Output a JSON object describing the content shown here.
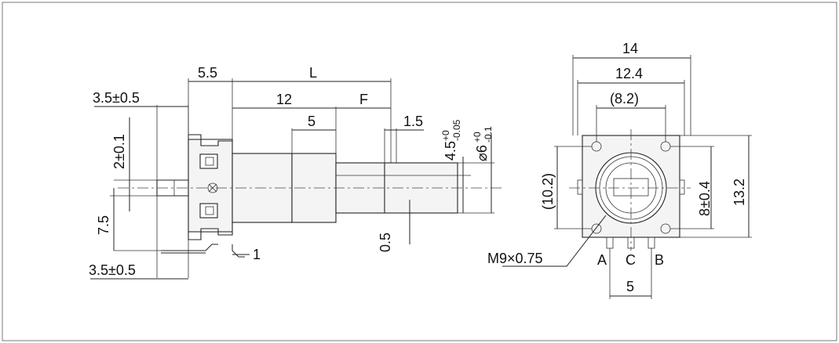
{
  "side_view": {
    "dim_5_5": "5.5",
    "dim_L": "L",
    "dim_12": "12",
    "dim_F": "F",
    "dim_5": "5",
    "dim_1_5": "1.5",
    "dim_3_5_top": "3.5±0.5",
    "dim_2_0_1": "2±0.1",
    "dim_7_5": "7.5",
    "dim_3_5_bottom": "3.5±0.5",
    "dim_1": "1",
    "dim_0_5": "0.5",
    "dim_4_5_base": "4.5",
    "dim_4_5_sup": "+0",
    "dim_4_5_sub": "-0.05",
    "dim_6_base": "⌀6",
    "dim_6_sup": "+0",
    "dim_6_sub": "-0.1"
  },
  "front_view": {
    "dim_14": "14",
    "dim_12_4": "12.4",
    "dim_8_2": "(8.2)",
    "dim_10_2": "(10.2)",
    "dim_8_0_4": "8±0.4",
    "dim_13_2": "13.2",
    "thread": "M9×0.75",
    "pin_a": "A",
    "pin_c": "C",
    "pin_b": "B",
    "dim_pin_5": "5"
  }
}
